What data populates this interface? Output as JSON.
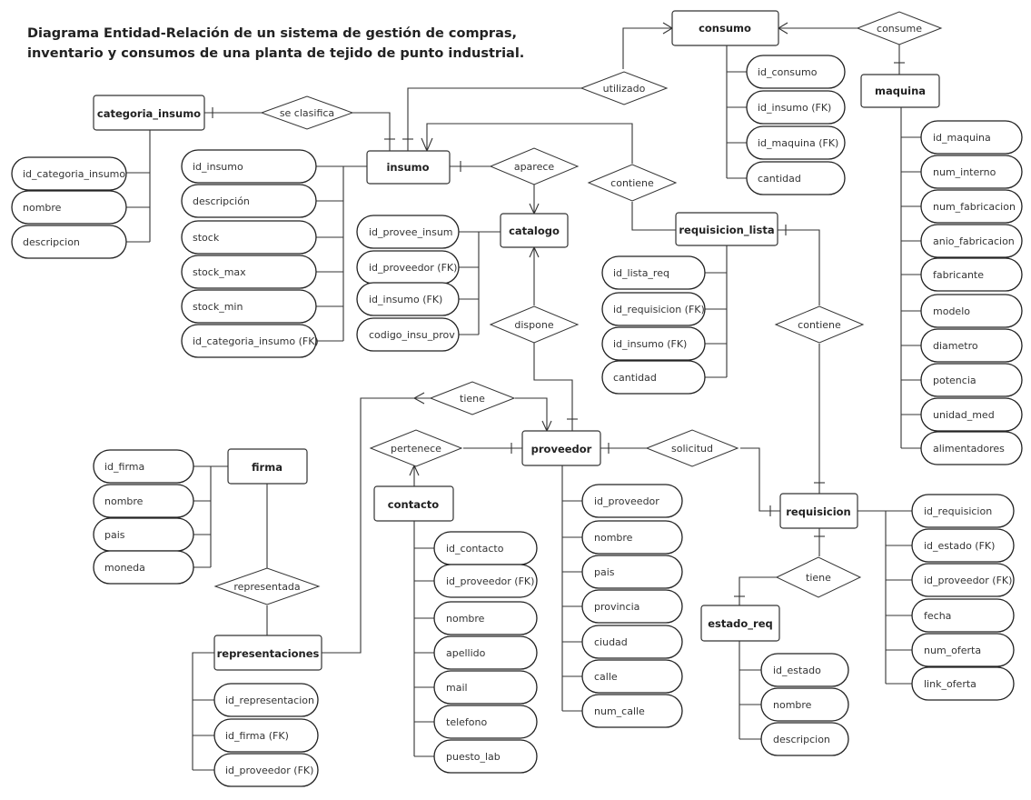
{
  "title": {
    "line1": "Diagrama Entidad-Relación de un sistema de gestión de compras,",
    "line2": "inventario y consumos de una planta de tejido de punto industrial."
  },
  "entities": {
    "categoria_insumo": {
      "name": "categoria_insumo",
      "attrs": [
        "id_categoria_insumo",
        "nombre",
        "descripcion"
      ]
    },
    "insumo": {
      "name": "insumo",
      "attrs": [
        "id_insumo",
        "descripción",
        "stock",
        "stock_max",
        "stock_min",
        "id_categoria_insumo (FK)"
      ]
    },
    "catalogo": {
      "name": "catalogo",
      "attrs": [
        "id_provee_insum",
        "id_proveedor (FK)",
        "id_insumo (FK)",
        "codigo_insu_prov"
      ]
    },
    "consumo": {
      "name": "consumo",
      "attrs": [
        "id_consumo",
        "id_insumo (FK)",
        "id_maquina (FK)",
        "cantidad"
      ]
    },
    "maquina": {
      "name": "maquina",
      "attrs": [
        "id_maquina",
        "num_interno",
        "num_fabricacion",
        "anio_fabricacion",
        "fabricante",
        "modelo",
        "diametro",
        "potencia",
        "unidad_med",
        "alimentadores"
      ]
    },
    "requisicion_lista": {
      "name": "requisicion_lista",
      "attrs": [
        "id_lista_req",
        "id_requisicion (FK)",
        "id_insumo (FK)",
        "cantidad"
      ]
    },
    "firma": {
      "name": "firma",
      "attrs": [
        "id_firma",
        "nombre",
        "pais",
        "moneda"
      ]
    },
    "contacto": {
      "name": "contacto",
      "attrs": [
        "id_contacto",
        "id_proveedor (FK)",
        "nombre",
        "apellido",
        "mail",
        "telefono",
        "puesto_lab"
      ]
    },
    "proveedor": {
      "name": "proveedor",
      "attrs": [
        "id_proveedor",
        "nombre",
        "pais",
        "provincia",
        "ciudad",
        "calle",
        "num_calle"
      ]
    },
    "requisicion": {
      "name": "requisicion",
      "attrs": [
        "id_requisicion",
        "id_estado (FK)",
        "id_proveedor (FK)",
        "fecha",
        "num_oferta",
        "link_oferta"
      ]
    },
    "estado_req": {
      "name": "estado_req",
      "attrs": [
        "id_estado",
        "nombre",
        "descripcion"
      ]
    },
    "representaciones": {
      "name": "representaciones",
      "attrs": [
        "id_representacion",
        "id_firma (FK)",
        "id_proveedor (FK)"
      ]
    }
  },
  "relationships": {
    "se_clasifica": "se clasifica",
    "utilizado": "utilizado",
    "consume": "consume",
    "aparece": "aparece",
    "contiene_lista": "contiene",
    "dispone": "dispone",
    "contiene_req": "contiene",
    "tiene_firma": "tiene",
    "pertenece": "pertenece",
    "solicitud": "solicitud",
    "representada": "representada",
    "tiene_estado": "tiene"
  }
}
